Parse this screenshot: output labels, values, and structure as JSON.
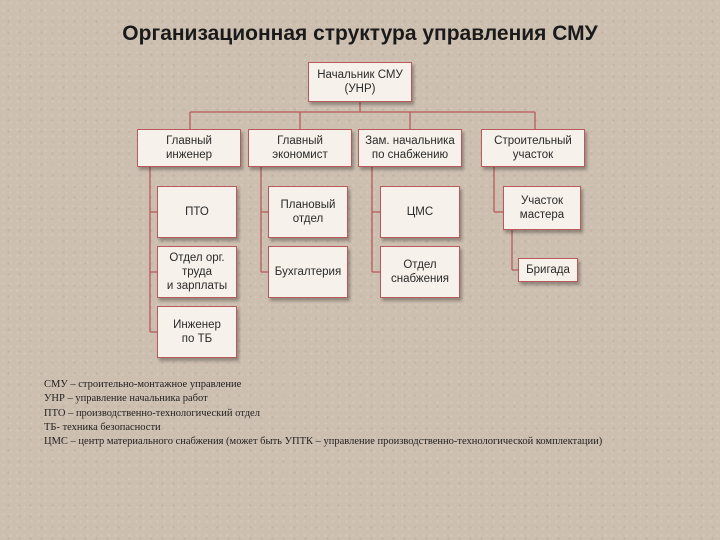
{
  "title": "Организационная структура управления СМУ",
  "boxes": {
    "head": "Начальник СМУ\n(УНР)",
    "chief_engineer": "Главный\nинженер",
    "chief_economist": "Главный\nэкономист",
    "deputy_supply": "Зам. начальника\nпо снабжению",
    "construction_site": "Строительный\nучасток",
    "pto": "ПТО",
    "planning": "Плановый\nотдел",
    "cms": "ЦМС",
    "foreman_site": "Участок\nмастера",
    "labor_org": "Отдел орг.\nтруда\nи зарплаты",
    "accounting": "Бухгалтерия",
    "supply_dept": "Отдел\nснабжения",
    "brigade": "Бригада",
    "safety_engineer": "Инженер\nпо ТБ"
  },
  "legend": [
    "СМУ – строительно-монтажное управление",
    "УНР – управление начальника работ",
    "ПТО – производственно-технологический отдел",
    "ТБ- техника безопасности",
    "ЦМС – центр материального снабжения (может быть УПТК – управление производственно-технологической комплектации)"
  ]
}
